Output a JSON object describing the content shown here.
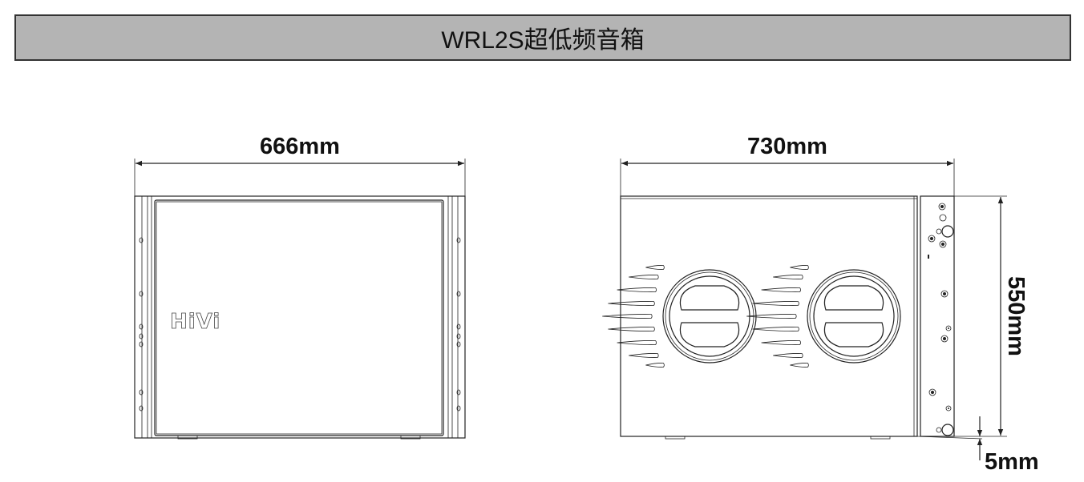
{
  "title": "WRL2S超低频音箱",
  "front_view": {
    "width_label": "666mm",
    "logo": "HiVi"
  },
  "side_view": {
    "depth_label": "730mm",
    "height_label": "550mm",
    "foot_label": "5mm"
  },
  "colors": {
    "title_bg": "#b4b4b4",
    "line": "#222222"
  }
}
